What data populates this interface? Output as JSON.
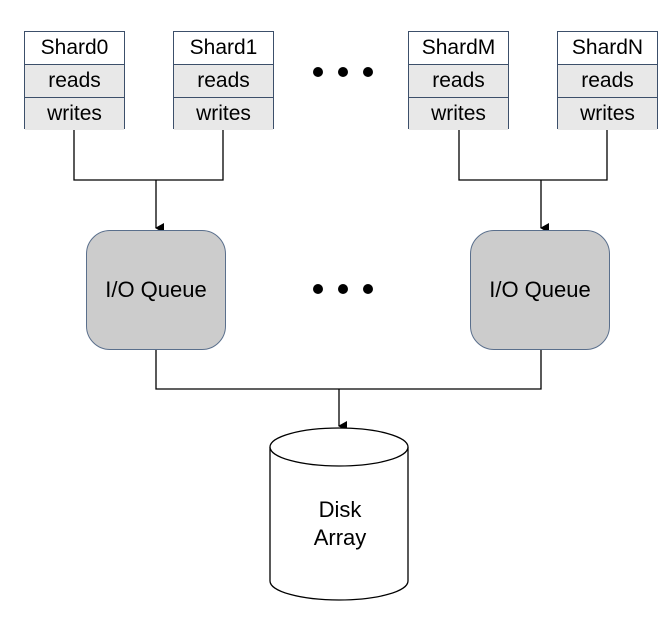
{
  "shards": [
    {
      "name": "Shard0",
      "reads": "reads",
      "writes": "writes"
    },
    {
      "name": "Shard1",
      "reads": "reads",
      "writes": "writes"
    },
    {
      "name": "ShardM",
      "reads": "reads",
      "writes": "writes"
    },
    {
      "name": "ShardN",
      "reads": "reads",
      "writes": "writes"
    }
  ],
  "queues": [
    {
      "label": "I/O Queue"
    },
    {
      "label": "I/O Queue"
    }
  ],
  "disk": {
    "line1": "Disk",
    "line2": "Array"
  },
  "colors": {
    "queue_fill": "#cccccc",
    "cell_fill": "#e8e8e8",
    "border": "#3c4f6a",
    "connector": "#000000"
  },
  "icons": {
    "ellipsis": "ellipsis-icon",
    "arrow": "arrow-down-icon",
    "cylinder": "cylinder-icon"
  }
}
